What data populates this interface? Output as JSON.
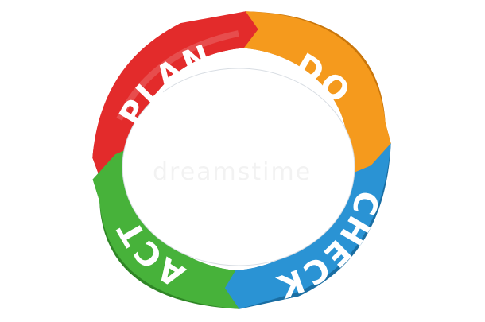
{
  "diagram": {
    "segments": [
      {
        "key": "plan",
        "label": "PLAN",
        "color": "#e32b2b",
        "shade": "#a81818"
      },
      {
        "key": "do",
        "label": "DO",
        "color": "#f59a1d",
        "shade": "#c9760b"
      },
      {
        "key": "check",
        "label": "CHECK",
        "color": "#2a93d4",
        "shade": "#1a6ea3"
      },
      {
        "key": "act",
        "label": "ACT",
        "color": "#47b23a",
        "shade": "#2f8626"
      }
    ]
  },
  "watermark": {
    "text": "dreamstime"
  }
}
